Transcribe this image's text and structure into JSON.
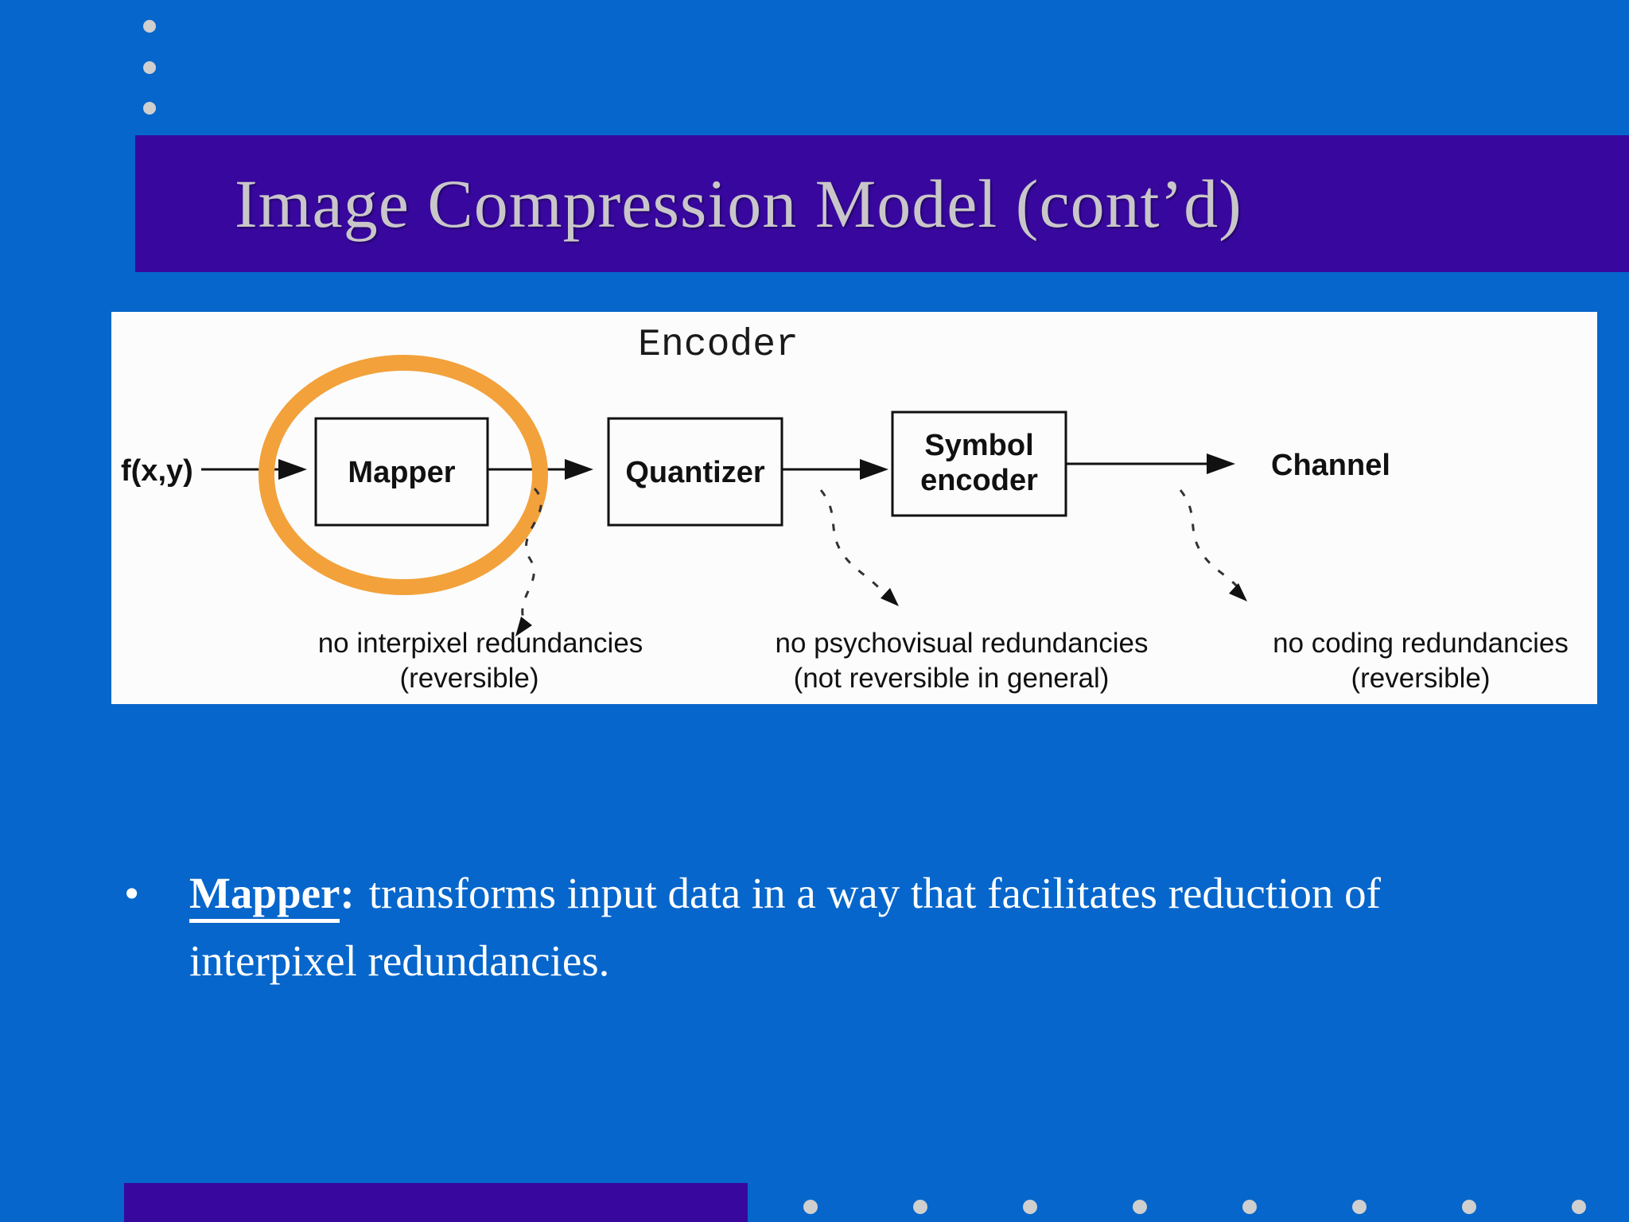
{
  "slide": {
    "title": "Image Compression Model (cont’d)",
    "bullet": {
      "marker": "•",
      "term": "Mapper",
      "colon": ":",
      "text": "transforms input data in a way that facilitates reduction of interpixel redundancies."
    }
  },
  "diagram": {
    "heading": "Encoder",
    "input_label": "f(x,y)",
    "mapper_label": "Mapper",
    "quantizer_label": "Quantizer",
    "symbol_encoder_line1": "Symbol",
    "symbol_encoder_line2": "encoder",
    "channel_label": "Channel",
    "notes": [
      {
        "line1": "no interpixel redundancies",
        "line2": "(reversible)"
      },
      {
        "line1": "no psychovisual redundancies",
        "line2": "(not reversible in general)"
      },
      {
        "line1": "no coding redundancies",
        "line2": "(reversible)"
      }
    ]
  },
  "colors": {
    "background": "#0666CB",
    "accent_bar": "#38089E",
    "title_text": "#C9C6C9",
    "decorative_dot": "#CFCFCF",
    "panel": "#FCFCFC",
    "highlight_ellipse": "#F2A13B",
    "diagram_ink": "#111111",
    "body_text": "#FFFFFF"
  }
}
